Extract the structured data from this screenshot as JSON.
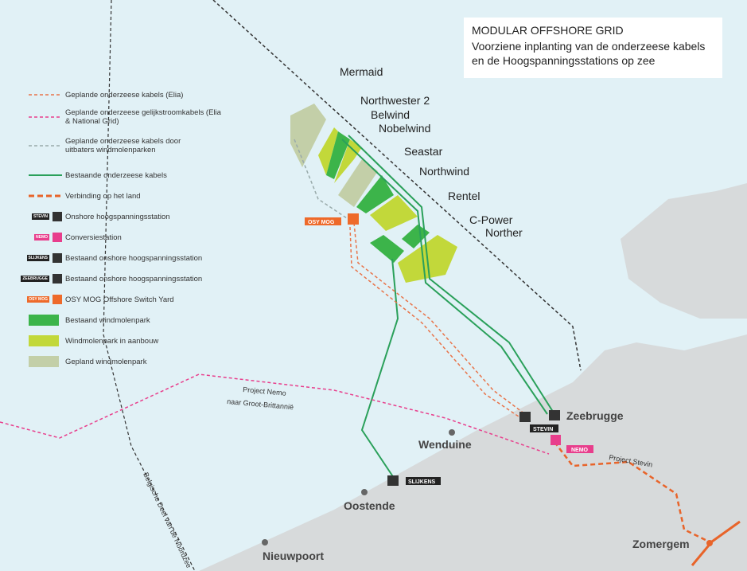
{
  "title": {
    "line1": "MODULAR OFFSHORE GRID",
    "line2": "Voorziene inplanting van de onderzeese kabels",
    "line3": "en de Hoogspanningsstations op zee"
  },
  "legend": [
    {
      "label": "Geplande onderzeese kabels (Elia)",
      "color": "#e8744a"
    },
    {
      "label": "Geplande onderzeese gelijkstroomkabels (Elia & National Grid)",
      "color": "#e83e8c"
    },
    {
      "label": "Geplande onderzeese kabels door uitbaters windmolenparken",
      "color": "#9aa"
    },
    {
      "label": "Bestaande onderzeese kabels",
      "color": "#2aa05a"
    },
    {
      "label": "Verbinding op het land",
      "color": "#e8642a"
    },
    {
      "label": "Onshore hoogspanningsstation",
      "tag": "STEVIN"
    },
    {
      "label": "Conversiestation",
      "tag": "NEMO"
    },
    {
      "label": "Bestaand onshore hoogspanningsstation",
      "tag": "SLIJKENS"
    },
    {
      "label": "Bestaand onshore hoogspanningsstation",
      "tag": "ZEEBRUGGE"
    },
    {
      "label": "OSY MOG Offshore Switch Yard",
      "tag": "OSY MOG"
    },
    {
      "label": "Bestaand windmolenpark",
      "color": "#3cb44a"
    },
    {
      "label": "Windmolenpark in aanbouw",
      "color": "#c2d83a"
    },
    {
      "label": "Gepland windmolenpark",
      "color": "#c3cfa8"
    }
  ],
  "parks": [
    "Mermaid",
    "Northwester 2",
    "Belwind",
    "Nobelwind",
    "Seastar",
    "Northwind",
    "Rentel",
    "C-Power",
    "Norther"
  ],
  "towns": [
    "Zeebrugge",
    "Wenduine",
    "Oostende",
    "Nieuwpoort",
    "Zomergem"
  ],
  "stations": {
    "stevin": "STEVIN",
    "nemo": "NEMO",
    "slijkens": "SLIJKENS",
    "osy": "OSY MOG"
  },
  "cables": {
    "nemo": "Project Nemo",
    "nemo2": "naar Groot-Brittannië",
    "stevin": "Project Stevin"
  },
  "border": "Belgische Deel van de Noordzee"
}
